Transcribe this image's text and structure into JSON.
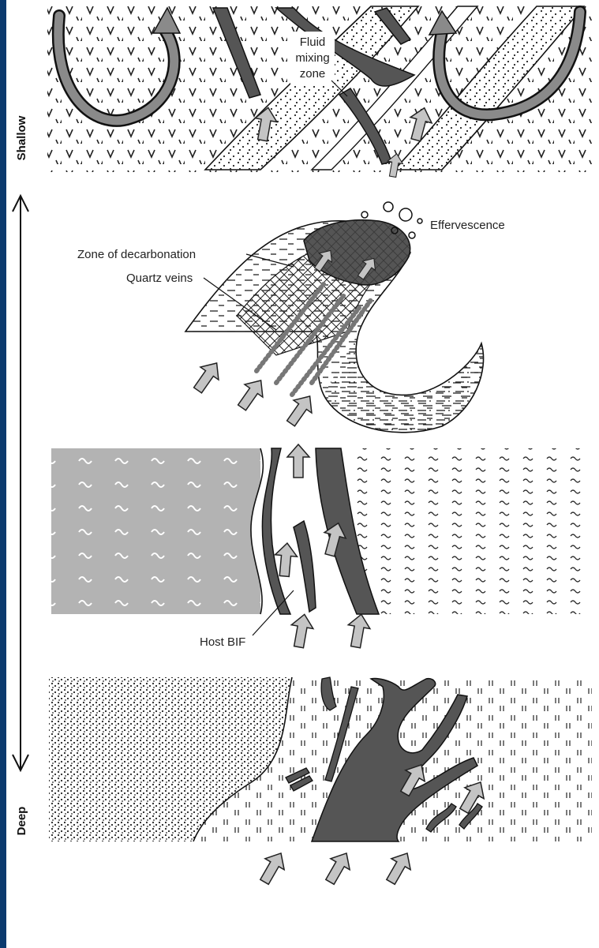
{
  "figure": {
    "colors": {
      "frame": "#0b3a6e",
      "vein_dark": "#555555",
      "host_gray": "#b3b3b3",
      "arrow_fill": "#c4c4c4",
      "line": "#111111"
    },
    "axis": {
      "top_label": "Shallow",
      "bottom_label": "Deep"
    },
    "panels": [
      {
        "id": "shallow",
        "labels": [
          "Fluid",
          "mixing",
          "zone"
        ]
      },
      {
        "id": "decarbonation",
        "labels": [
          "Effervescence",
          "Zone of decarbonation",
          "Quartz veins"
        ]
      },
      {
        "id": "bif",
        "labels": [
          "Host BIF"
        ]
      },
      {
        "id": "deep",
        "labels": []
      }
    ]
  }
}
